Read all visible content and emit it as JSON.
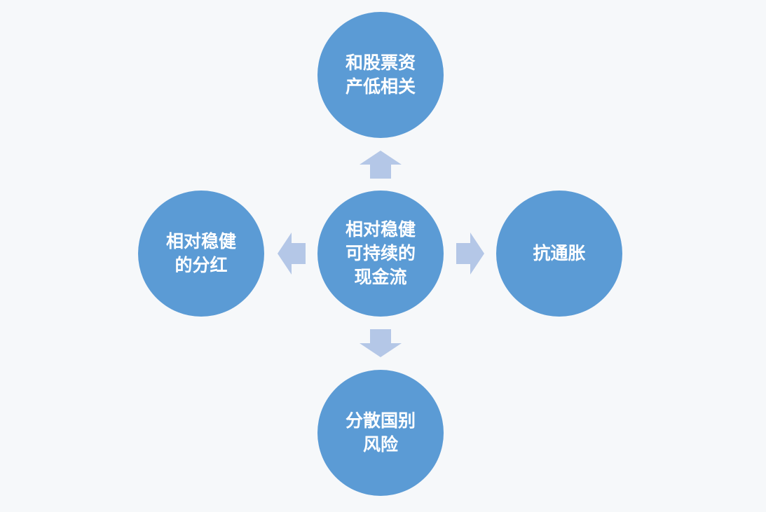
{
  "nodes": {
    "center": "相对稳健\n可持续的\n现金流",
    "top": "和股票资\n产低相关",
    "right": "抗通胀",
    "bottom": "分散国别\n风险",
    "left": "相对稳健\n的分红"
  },
  "colors": {
    "node_fill": "#5b9bd5",
    "arrow_fill": "#b4c7e7",
    "background": "#f6f8fa",
    "text": "#ffffff"
  }
}
